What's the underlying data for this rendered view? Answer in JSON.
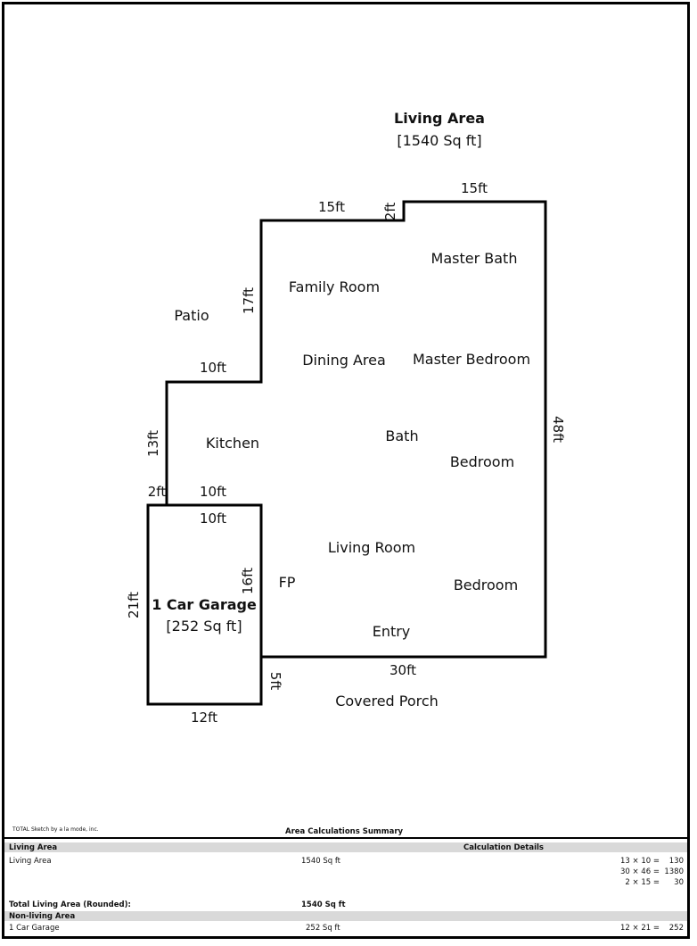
{
  "plan": {
    "living_title": "Living Area",
    "living_sqft": "[1540 Sq ft]",
    "garage_title": "1 Car Garage",
    "garage_sqft": "[252 Sq ft]",
    "rooms": {
      "family_room": "Family Room",
      "master_bath": "Master Bath",
      "patio": "Patio",
      "dining_area": "Dining Area",
      "master_bedroom": "Master Bedroom",
      "kitchen": "Kitchen",
      "bath": "Bath",
      "bedroom_1": "Bedroom",
      "living_room": "Living Room",
      "fp": "FP",
      "bedroom_2": "Bedroom",
      "entry": "Entry",
      "covered_porch": "Covered Porch"
    },
    "dimensions": {
      "top_right": "15ft",
      "top_left": "15ft",
      "step": "2ft",
      "left_upper": "17ft",
      "patio_ledge": "10ft",
      "left_lower": "13ft",
      "kitchen_step": "2ft",
      "kitchen_ledge": "10ft",
      "garage_top": "10ft",
      "garage_inner": "16ft",
      "garage_left": "21ft",
      "garage_bottom": "12ft",
      "right": "48ft",
      "bottom": "30ft",
      "porch": "5ft"
    }
  },
  "footer": {
    "credit": "TOTAL Sketch by a la mode, inc.",
    "summary_title": "Area Calculations Summary",
    "living_header": "Living Area",
    "calc_header": "Calculation Details",
    "living_row_label": "Living Area",
    "living_row_value": "1540 Sq ft",
    "calc_lines": [
      "13 × 10 =    130",
      "30 × 46 =  1380",
      "2 × 15 =      30"
    ],
    "total_label": "Total Living Area (Rounded):",
    "total_value": "1540 Sq ft",
    "non_living_header": "Non-living Area",
    "garage_row_label": "1 Car Garage",
    "garage_row_value": "252 Sq ft",
    "garage_calc": "12 × 21 =    252"
  }
}
